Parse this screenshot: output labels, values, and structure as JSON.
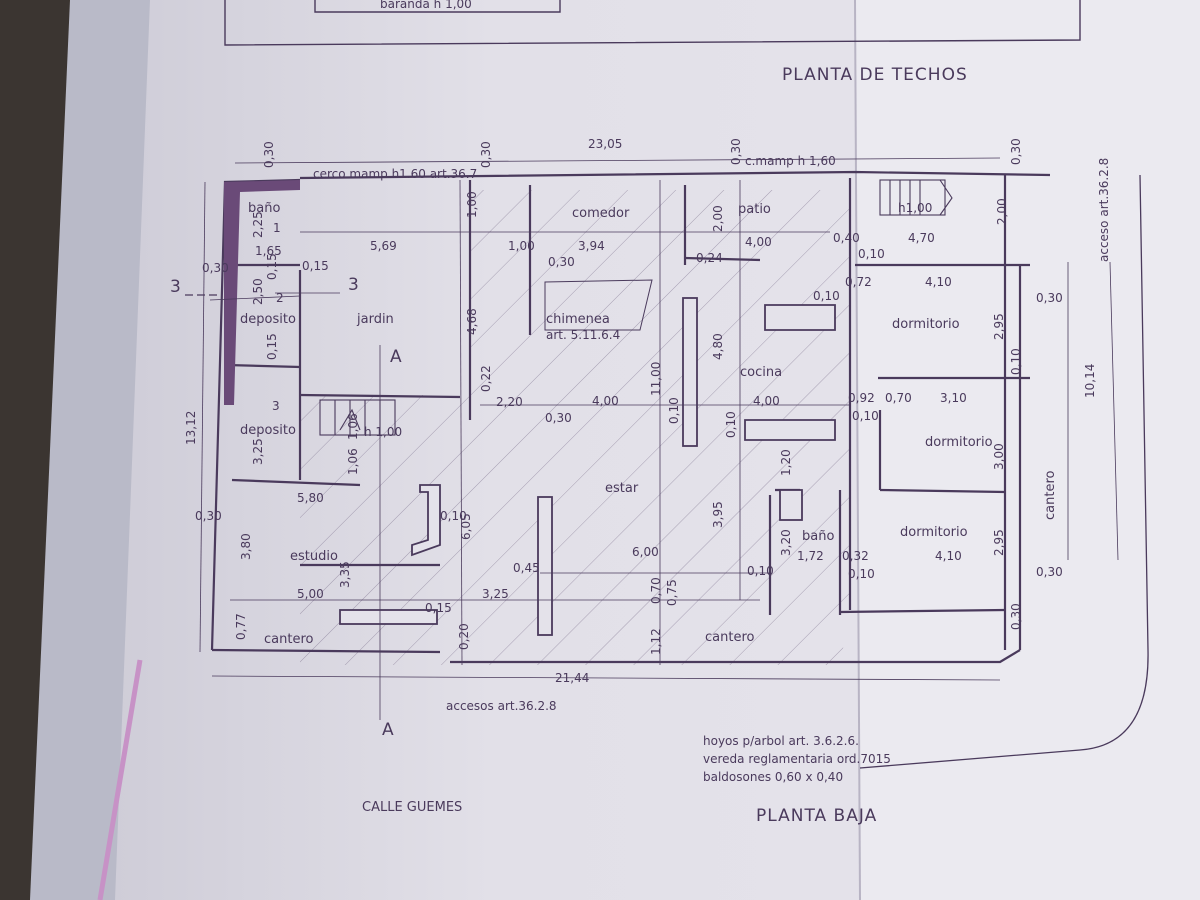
{
  "titles": {
    "roof_plan": "PLANTA DE TECHOS",
    "ground_floor": "PLANTA BAJA",
    "street": "CALLE GUEMES",
    "top_strip": "baranda h 1,00"
  },
  "notes": {
    "fence_left": "cerco mamp.h1.60 art.36.7",
    "fence_right": "c.mamp h 1,60",
    "access_bottom": "accesos art.36.2.8",
    "access_right": "acceso art.36.2.8",
    "tree_holes": "hoyos p/arbol art. 3.6.2.6.",
    "sidewalk": "vereda reglamentaria ord.7015",
    "tiles": "baldosones 0,60 x 0,40",
    "chimney": "chimenea",
    "chimney_art": "art. 5.11.6.4",
    "stair_h_top": "h1,00",
    "stair_h_mid": "h 1,00"
  },
  "rooms": {
    "bano1": "baño",
    "deposito1": "deposito",
    "jardin": "jardin",
    "deposito2": "deposito",
    "estudio": "estudio",
    "comedor": "comedor",
    "patio": "patio",
    "cocina": "cocina",
    "estar": "estar",
    "bano2": "baño",
    "dormitorio1": "dormitorio",
    "dormitorio2": "dormitorio",
    "dormitorio3": "dormitorio",
    "cantero1": "cantero",
    "cantero2": "cantero",
    "cantero3": "cantero"
  },
  "section_marks": {
    "a_top": "A",
    "a_bottom": "A",
    "three_left": "3",
    "three_right": "3",
    "n1": "1",
    "n2": "2",
    "n3": "3"
  },
  "dimensions": {
    "total_width_top": "23,05",
    "total_width_bottom": "21,44",
    "left_height": "13,12",
    "right_height": "10,14",
    "d_030a": "0,30",
    "d_030b": "0,30",
    "d_030c": "0,30",
    "d_030d": "0,30",
    "d_030e": "0,30",
    "d_030f": "0,30",
    "d_030g": "0,30",
    "d_030h": "0,30",
    "d_030i": "0,30",
    "d_030j": "0,30",
    "d_030k": "0,30",
    "d_225": "2,25",
    "d_165": "1,65",
    "d_569": "5,69",
    "d_015a": "0,15",
    "d_015b": "0,15",
    "d_015c": "0,15",
    "d_015d": "0,15",
    "d_250": "2,50",
    "d_100a": "1,00",
    "d_100b": "1,00",
    "d_394": "3,94",
    "d_200a": "2,00",
    "d_200b": "2,00",
    "d_400a": "4,00",
    "d_400b": "4,00",
    "d_400c": "4,00",
    "d_040": "0,40",
    "d_010a": "0,10",
    "d_010b": "0,10",
    "d_010c": "0,10",
    "d_010d": "0,10",
    "d_010e": "0,10",
    "d_010f": "0,10",
    "d_010g": "0,10",
    "d_010h": "0,10",
    "d_010i": "0,10",
    "d_470": "4,70",
    "d_024": "0,24",
    "d_072": "0,72",
    "d_410a": "4,10",
    "d_410b": "4,10",
    "d_295a": "2,95",
    "d_295b": "2,95",
    "d_468": "4,68",
    "d_022": "0,22",
    "d_220": "2,20",
    "d_1100": "11,00",
    "d_480": "4,80",
    "d_092": "0,92",
    "d_070a": "0,70",
    "d_070b": "0,70",
    "d_310": "3,10",
    "d_300": "3,00",
    "d_106a": "1,06",
    "d_106b": "1,06",
    "d_325a": "3,25",
    "d_325b": "3,25",
    "d_580": "5,80",
    "d_605": "6,05",
    "d_395": "3,95",
    "d_120": "1,20",
    "d_320": "3,20",
    "d_172": "1,72",
    "d_032": "0,32",
    "d_600": "6,00",
    "d_045": "0,45",
    "d_380": "3,80",
    "d_335": "3,35",
    "d_500": "5,00",
    "d_077": "0,77",
    "d_020": "0,20",
    "d_112": "1,12",
    "d_075": "0,75"
  },
  "colors": {
    "paper": "#e4e2ea",
    "paper_right": "#ebeaf0",
    "ink": "#4a3a5c",
    "wall": "#6a4a78"
  }
}
